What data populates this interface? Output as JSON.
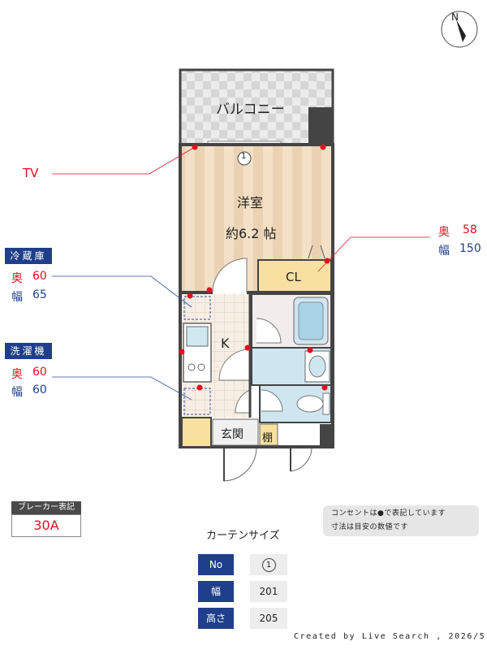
{
  "rooms": {
    "balcony": "バルコニー",
    "western_room": "洋室",
    "western_room_size": "約6.2 帖",
    "closet": "CL",
    "kitchen": "K",
    "entrance": "玄関",
    "shelf": "棚"
  },
  "window_marker": "1",
  "labels": {
    "tv": "TV",
    "closet_depth_key": "奥",
    "closet_depth": "58",
    "closet_width_key": "幅",
    "closet_width": "150",
    "fridge_tag": "冷蔵庫",
    "fridge_depth_key": "奥",
    "fridge_depth": "60",
    "fridge_width_key": "幅",
    "fridge_width": "65",
    "washer_tag": "洗濯機",
    "washer_depth_key": "奥",
    "washer_depth": "60",
    "washer_width_key": "幅",
    "washer_width": "60"
  },
  "breaker": {
    "title": "ブレーカー表記",
    "value": "30A"
  },
  "notes": [
    "コンセントは●で表記しています",
    "寸法は目安の数値です"
  ],
  "curtain": {
    "title": "カーテンサイズ",
    "rows": [
      {
        "key": "No",
        "value": "1"
      },
      {
        "key": "幅",
        "value": "201"
      },
      {
        "key": "高さ",
        "value": "205"
      }
    ]
  },
  "credit": "Created by Live Search , 2026/5",
  "compass": "N",
  "colors": {
    "accent_red": "#e01020",
    "accent_blue": "#1f3f8a",
    "floor": "#f2dcc0",
    "closet": "#f8e0a0"
  }
}
